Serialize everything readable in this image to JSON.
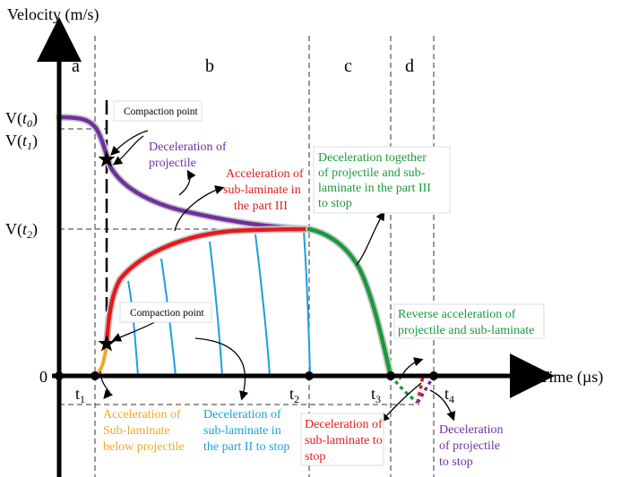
{
  "axes": {
    "y_label": "Velocity (m/s)",
    "x_label": "Time (µs)",
    "origin": "0"
  },
  "y_ticks": {
    "v0": {
      "main": "V(",
      "sub": "t",
      "index": "0",
      "close": ")"
    },
    "v1": {
      "main": "V(",
      "sub": "t",
      "index": "1",
      "close": ")"
    },
    "v2": {
      "main": "V(",
      "sub": "t",
      "index": "2",
      "close": ")"
    }
  },
  "x_ticks": {
    "t1": {
      "main": "t",
      "index": "1"
    },
    "t2": {
      "main": "t",
      "index": "2"
    },
    "t3": {
      "main": "t",
      "index": "3"
    },
    "t4": {
      "main": "t",
      "index": "4"
    }
  },
  "phases": {
    "a": "a",
    "b": "b",
    "c": "c",
    "d": "d"
  },
  "labels": {
    "compaction_top": "Compaction point",
    "compaction_bottom": "Compaction point",
    "decel_projectile": [
      "Deceleration of",
      "projectile"
    ],
    "accel_sub_part3": [
      "Acceleration of",
      "sub-laminate in",
      "the part III"
    ],
    "decel_together": [
      "Deceleration together",
      "of projectile and sub-",
      "laminate in the part III",
      "to stop"
    ],
    "reverse_accel": [
      "Reverse acceleration of",
      "projectile and sub-laminate"
    ],
    "accel_below": [
      "Acceleration of",
      "Sub-laminate",
      "below projectile"
    ],
    "decel_part2": [
      "Deceleration of",
      "sub-laminate in",
      "the part II to stop"
    ],
    "decel_sub_stop": [
      "Deceleration of",
      "sub-laminate to",
      "stop"
    ],
    "decel_proj_stop": [
      "Deceleration",
      "of projectile",
      "to stop"
    ]
  },
  "colors": {
    "projectile": "#7030a0",
    "acceleration": "#e41a1c",
    "together": "#1a9a3a",
    "part2": "#1aa0dc",
    "below": "#f5a623",
    "axis": "#000000"
  }
}
